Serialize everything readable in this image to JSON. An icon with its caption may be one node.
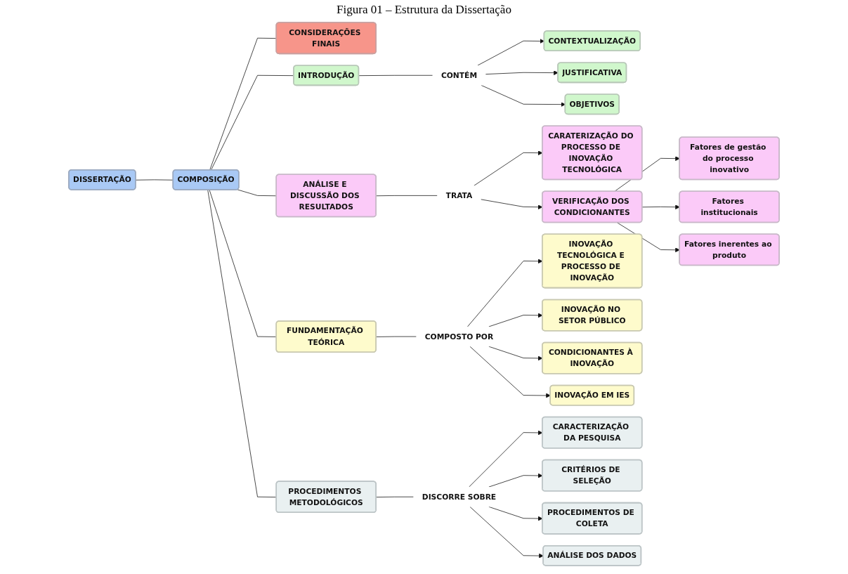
{
  "diagram": {
    "title": "Figura 01 – Estrutura da Dissertação",
    "nodes": [
      {
        "text": [
          "DISSERTAÇÃO"
        ]
      },
      {
        "text": [
          "CONSIDERAÇÕES FINAIS"
        ]
      },
      {
        "text": [
          "INTRODUÇÃO"
        ]
      },
      {
        "text": [
          "CONTÉM"
        ]
      },
      {
        "text": [
          "CONTEXTUALIZAÇÃO"
        ]
      },
      {
        "text": [
          "JUSTIFICATIVA"
        ]
      },
      {
        "text": [
          "OBJETIVOS"
        ]
      },
      {
        "text": [
          "COMPOSIÇÃO"
        ]
      },
      {
        "text": [
          "ANÁLISE E DISCUSSÃO DOS RESULTADOS"
        ]
      },
      {
        "text": [
          "FUNDAMENTAÇÃO TEÓRICA"
        ]
      },
      {
        "text": [
          "INOVAÇÃO TECNOLÓGICA E PROCESSO DE INOVAÇÃO"
        ]
      },
      {
        "text": [
          "TRATA"
        ]
      },
      {
        "text": [
          "INOVAÇÃO NO SETOR PÚBLICO"
        ]
      },
      {
        "text": [
          "COMPOSTO POR"
        ]
      },
      {
        "text": [
          "CONDICIONANTES À INOVAÇÃO"
        ]
      },
      {
        "text": [
          "CARATERIZAÇÃO DO PROCESSO DE INOVAÇÃO TECNOLÓGICA"
        ]
      },
      {
        "text": [
          "VERIFICAÇÃO DOS CONDICIONANTES"
        ]
      },
      {
        "text": [
          "INOVAÇÃO EM IES"
        ]
      },
      {
        "text": [
          "PROCEDIMENTOS METODOLÓGICOS"
        ]
      },
      {
        "text": [
          "CARACTERIZAÇÃO DA PESQUISA"
        ]
      },
      {
        "text": [
          "Fatores de gestão do processo inovativo"
        ]
      },
      {
        "text": [
          "Fatores institucionais"
        ]
      },
      {
        "text": [
          "CRITÉRIOS DE SELEÇÃO"
        ]
      },
      {
        "text": [
          "DISCORRE SOBRE"
        ]
      },
      {
        "text": [
          "Fatores inerentes ao produto"
        ]
      },
      {
        "text": [
          "PROCEDIMENTOS DE COLETA"
        ]
      },
      {
        "text": [
          "ANÁLISE DOS DADOS"
        ]
      }
    ],
    "edges": [
      {
        "from": 0,
        "to": 7,
        "arrow": "none"
      },
      {
        "from": 1,
        "to": 7,
        "arrow": "none"
      },
      {
        "from": 2,
        "to": 7,
        "arrow": "none"
      },
      {
        "from": 2,
        "to": 3,
        "arrow": "none"
      },
      {
        "from": 3,
        "to": 4,
        "arrow": "to"
      },
      {
        "from": 3,
        "to": 5,
        "arrow": "to"
      },
      {
        "from": 3,
        "to": 6,
        "arrow": "to"
      },
      {
        "from": 7,
        "to": 8,
        "arrow": "none"
      },
      {
        "from": 7,
        "to": 9,
        "arrow": "none"
      },
      {
        "from": 7,
        "to": 18,
        "arrow": "none"
      },
      {
        "from": 8,
        "to": 11,
        "arrow": "none"
      },
      {
        "from": 11,
        "to": 15,
        "arrow": "to"
      },
      {
        "from": 11,
        "to": 16,
        "arrow": "to"
      },
      {
        "from": 16,
        "to": 20,
        "arrow": "to"
      },
      {
        "from": 16,
        "to": 21,
        "arrow": "to"
      },
      {
        "from": 16,
        "to": 24,
        "arrow": "to"
      },
      {
        "from": 9,
        "to": 13,
        "arrow": "none"
      },
      {
        "from": 13,
        "to": 10,
        "arrow": "to"
      },
      {
        "from": 13,
        "to": 12,
        "arrow": "to"
      },
      {
        "from": 13,
        "to": 14,
        "arrow": "to"
      },
      {
        "from": 13,
        "to": 17,
        "arrow": "to"
      },
      {
        "from": 18,
        "to": 23,
        "arrow": "none"
      },
      {
        "from": 23,
        "to": 19,
        "arrow": "to"
      },
      {
        "from": 23,
        "to": 22,
        "arrow": "to"
      },
      {
        "from": 23,
        "to": 25,
        "arrow": "to"
      },
      {
        "from": 23,
        "to": 26,
        "arrow": "to"
      }
    ]
  }
}
